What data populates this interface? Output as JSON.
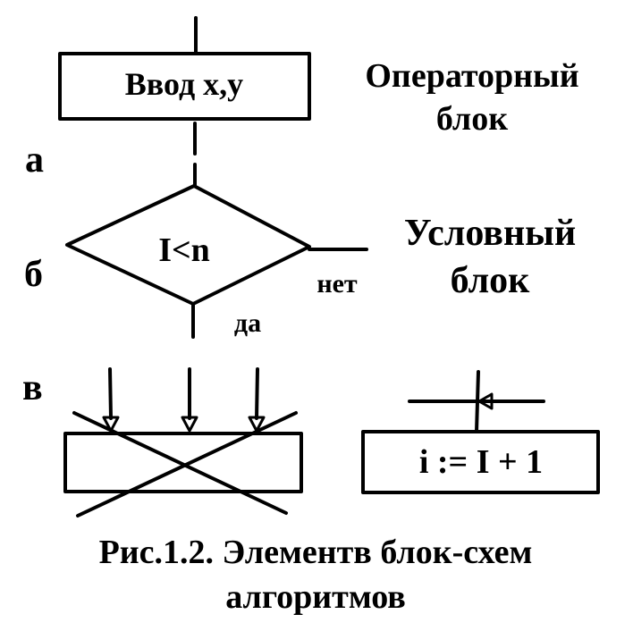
{
  "colors": {
    "stroke": "#000000",
    "background": "#ffffff"
  },
  "section_a": {
    "letter": "а",
    "box_text": "Ввод x,y",
    "caption_line1": "Операторный",
    "caption_line2": "блок"
  },
  "section_b": {
    "letter": "б",
    "condition": "I<n",
    "no_label": "нет",
    "yes_label": "да",
    "caption_line1": "Условный",
    "caption_line2": "блок"
  },
  "section_v": {
    "letter": "в",
    "assign_text": "i := I + 1"
  },
  "figure_caption": {
    "line1": "Рис.1.2. Элементв блок-схем",
    "line2": "алгоритмов"
  }
}
